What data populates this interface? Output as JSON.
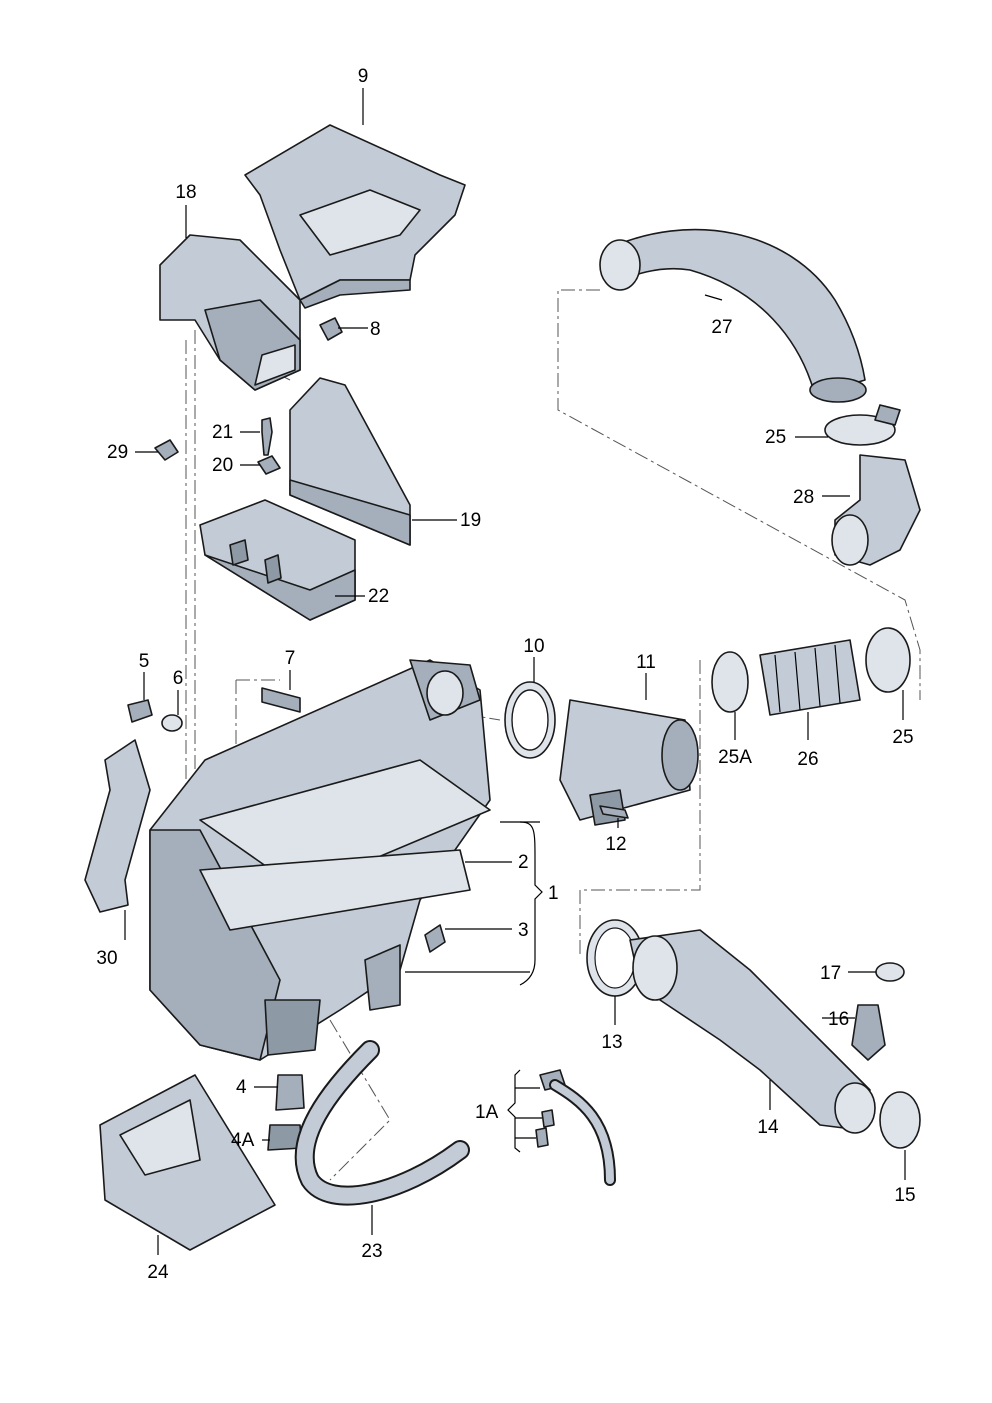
{
  "callouts": {
    "p1": "1",
    "p1A": "1A",
    "p2": "2",
    "p3": "3",
    "p4": "4",
    "p4A": "4A",
    "p5": "5",
    "p6": "6",
    "p7": "7",
    "p8": "8",
    "p9": "9",
    "p10": "10",
    "p11": "11",
    "p12": "12",
    "p13": "13",
    "p14": "14",
    "p15": "15",
    "p16": "16",
    "p17": "17",
    "p18": "18",
    "p19": "19",
    "p20": "20",
    "p21": "21",
    "p22": "22",
    "p23": "23",
    "p24": "24",
    "p25a": "25",
    "p25b": "25",
    "p25A": "25A",
    "p26": "26",
    "p27": "27",
    "p28": "28",
    "p29": "29",
    "p30": "30"
  },
  "colors": {
    "part_light": "#c3ccd6",
    "part_mid": "#a4afbb",
    "part_dark": "#8e99a6",
    "outline": "#1a1a1a"
  }
}
